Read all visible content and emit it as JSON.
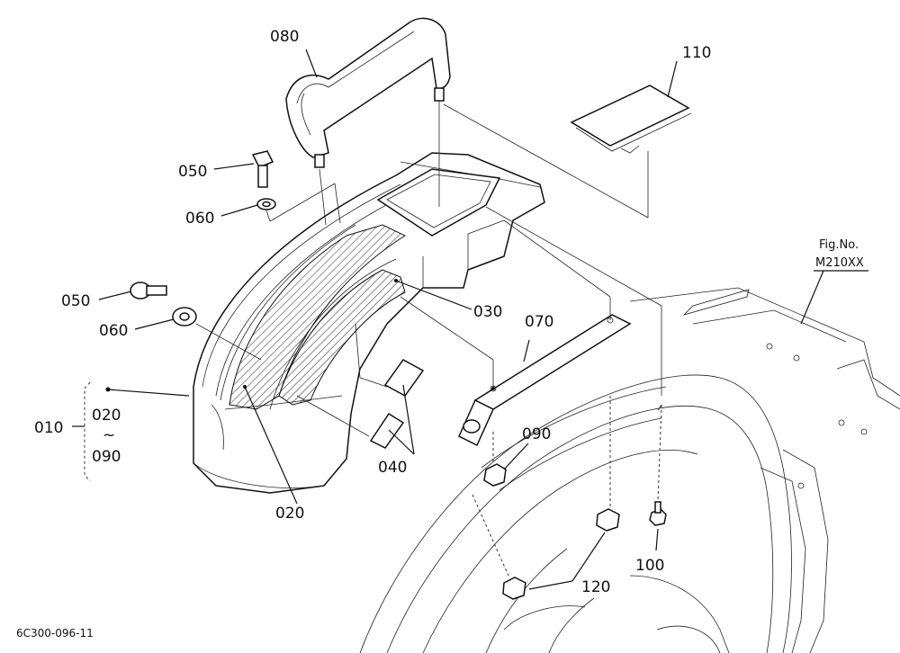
{
  "callouts": {
    "p080": "080",
    "p110": "110",
    "p050a": "050",
    "p060a": "060",
    "p050b": "050",
    "p060b": "060",
    "p030": "030",
    "p070": "070",
    "p010": "010",
    "p020_range_start": "020",
    "p_range_sep": "~",
    "p090_range_end": "090",
    "p090": "090",
    "p040": "040",
    "p020": "020",
    "p100": "100",
    "p120": "120"
  },
  "figure": {
    "label": "Fig.No.",
    "number": "M210XX"
  },
  "footer": {
    "code": "6C300-096-11"
  }
}
